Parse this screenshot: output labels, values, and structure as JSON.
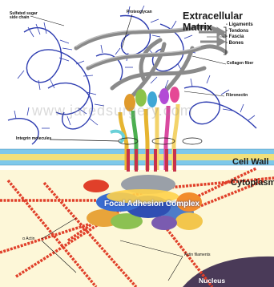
{
  "labels": {
    "sulfated_sugar": "Sulfated sugar side chain",
    "proteoglycan": "Proteoglycan",
    "title": "Extracellular Matrix",
    "ecm_items": [
      "- Ligaments",
      "- Tendons",
      "- Fascia",
      "- Bones"
    ],
    "collagen_fiber": "Collagen fiber",
    "fibronectin": "Fibronectin",
    "integrin": "Integrin molecules",
    "cell_wall": "Cell Wall",
    "cytoplasm": "Cytoplasm",
    "focal_adhesion": "Focal Adhesion Complex",
    "alpha_actin": "α Actin",
    "actin_filaments": "Actin filaments",
    "nucleus": "Nucleus"
  },
  "watermark": "www.jaredsurgery.com",
  "colors": {
    "proteoglycan": "#2c3bb0",
    "collagen": "#8a8a8a",
    "membrane_blue": "#7ec8ea",
    "membrane_yellow": "#f2e07a",
    "cytoplasm": "#fdf7d8",
    "actin": "#e0402a",
    "integrin": "#c8314b",
    "nucleus": "#4a3a58"
  }
}
